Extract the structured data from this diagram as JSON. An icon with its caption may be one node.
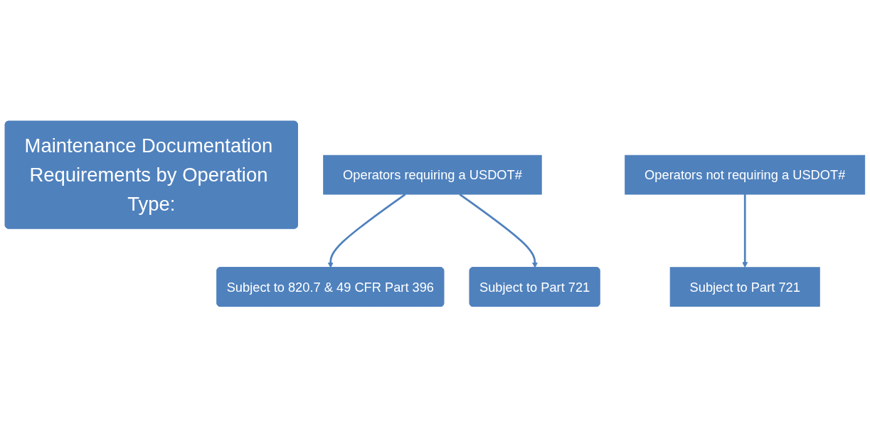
{
  "diagram": {
    "nodes": [
      {
        "text": [
          "Maintenance Documentation Requirements by Operation Type:"
        ]
      },
      {
        "text": [
          "Operators requiring a USDOT#"
        ]
      },
      {
        "text": [
          "Operators not requiring a USDOT#"
        ]
      },
      {
        "text": [
          "Subject to 820.7 & 49 CFR Part 396"
        ]
      },
      {
        "text": [
          "Subject to Part 721"
        ]
      },
      {
        "text": [
          "Subject to Part 721"
        ]
      }
    ],
    "edges": [
      {
        "from": 1,
        "to": 3,
        "arrow": "to"
      },
      {
        "from": 1,
        "to": 4,
        "arrow": "to"
      },
      {
        "from": 2,
        "to": 5,
        "arrow": "to"
      }
    ]
  }
}
